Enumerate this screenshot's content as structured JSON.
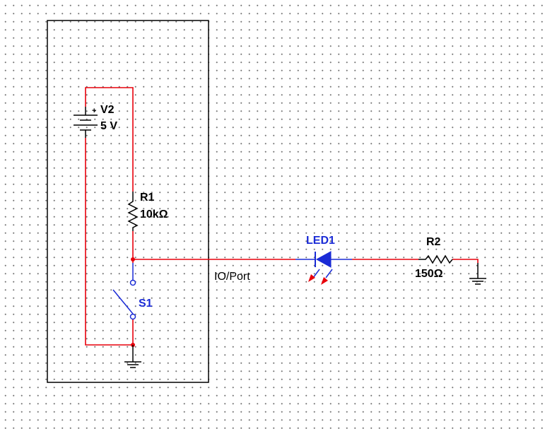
{
  "colors": {
    "wire": "#e8000b",
    "component": "#000000",
    "led": "#1a2bd6",
    "switch": "#1a2bd6",
    "led_emission": "#e8000b",
    "box": "#000000"
  },
  "components": {
    "V2": {
      "ref": "V2",
      "value": "5 V"
    },
    "R1": {
      "ref": "R1",
      "value": "10kΩ"
    },
    "S1": {
      "ref": "S1"
    },
    "LED1": {
      "ref": "LED1"
    },
    "R2": {
      "ref": "R2",
      "value": "150Ω"
    }
  },
  "net_labels": {
    "io_port": "IO/Port"
  }
}
